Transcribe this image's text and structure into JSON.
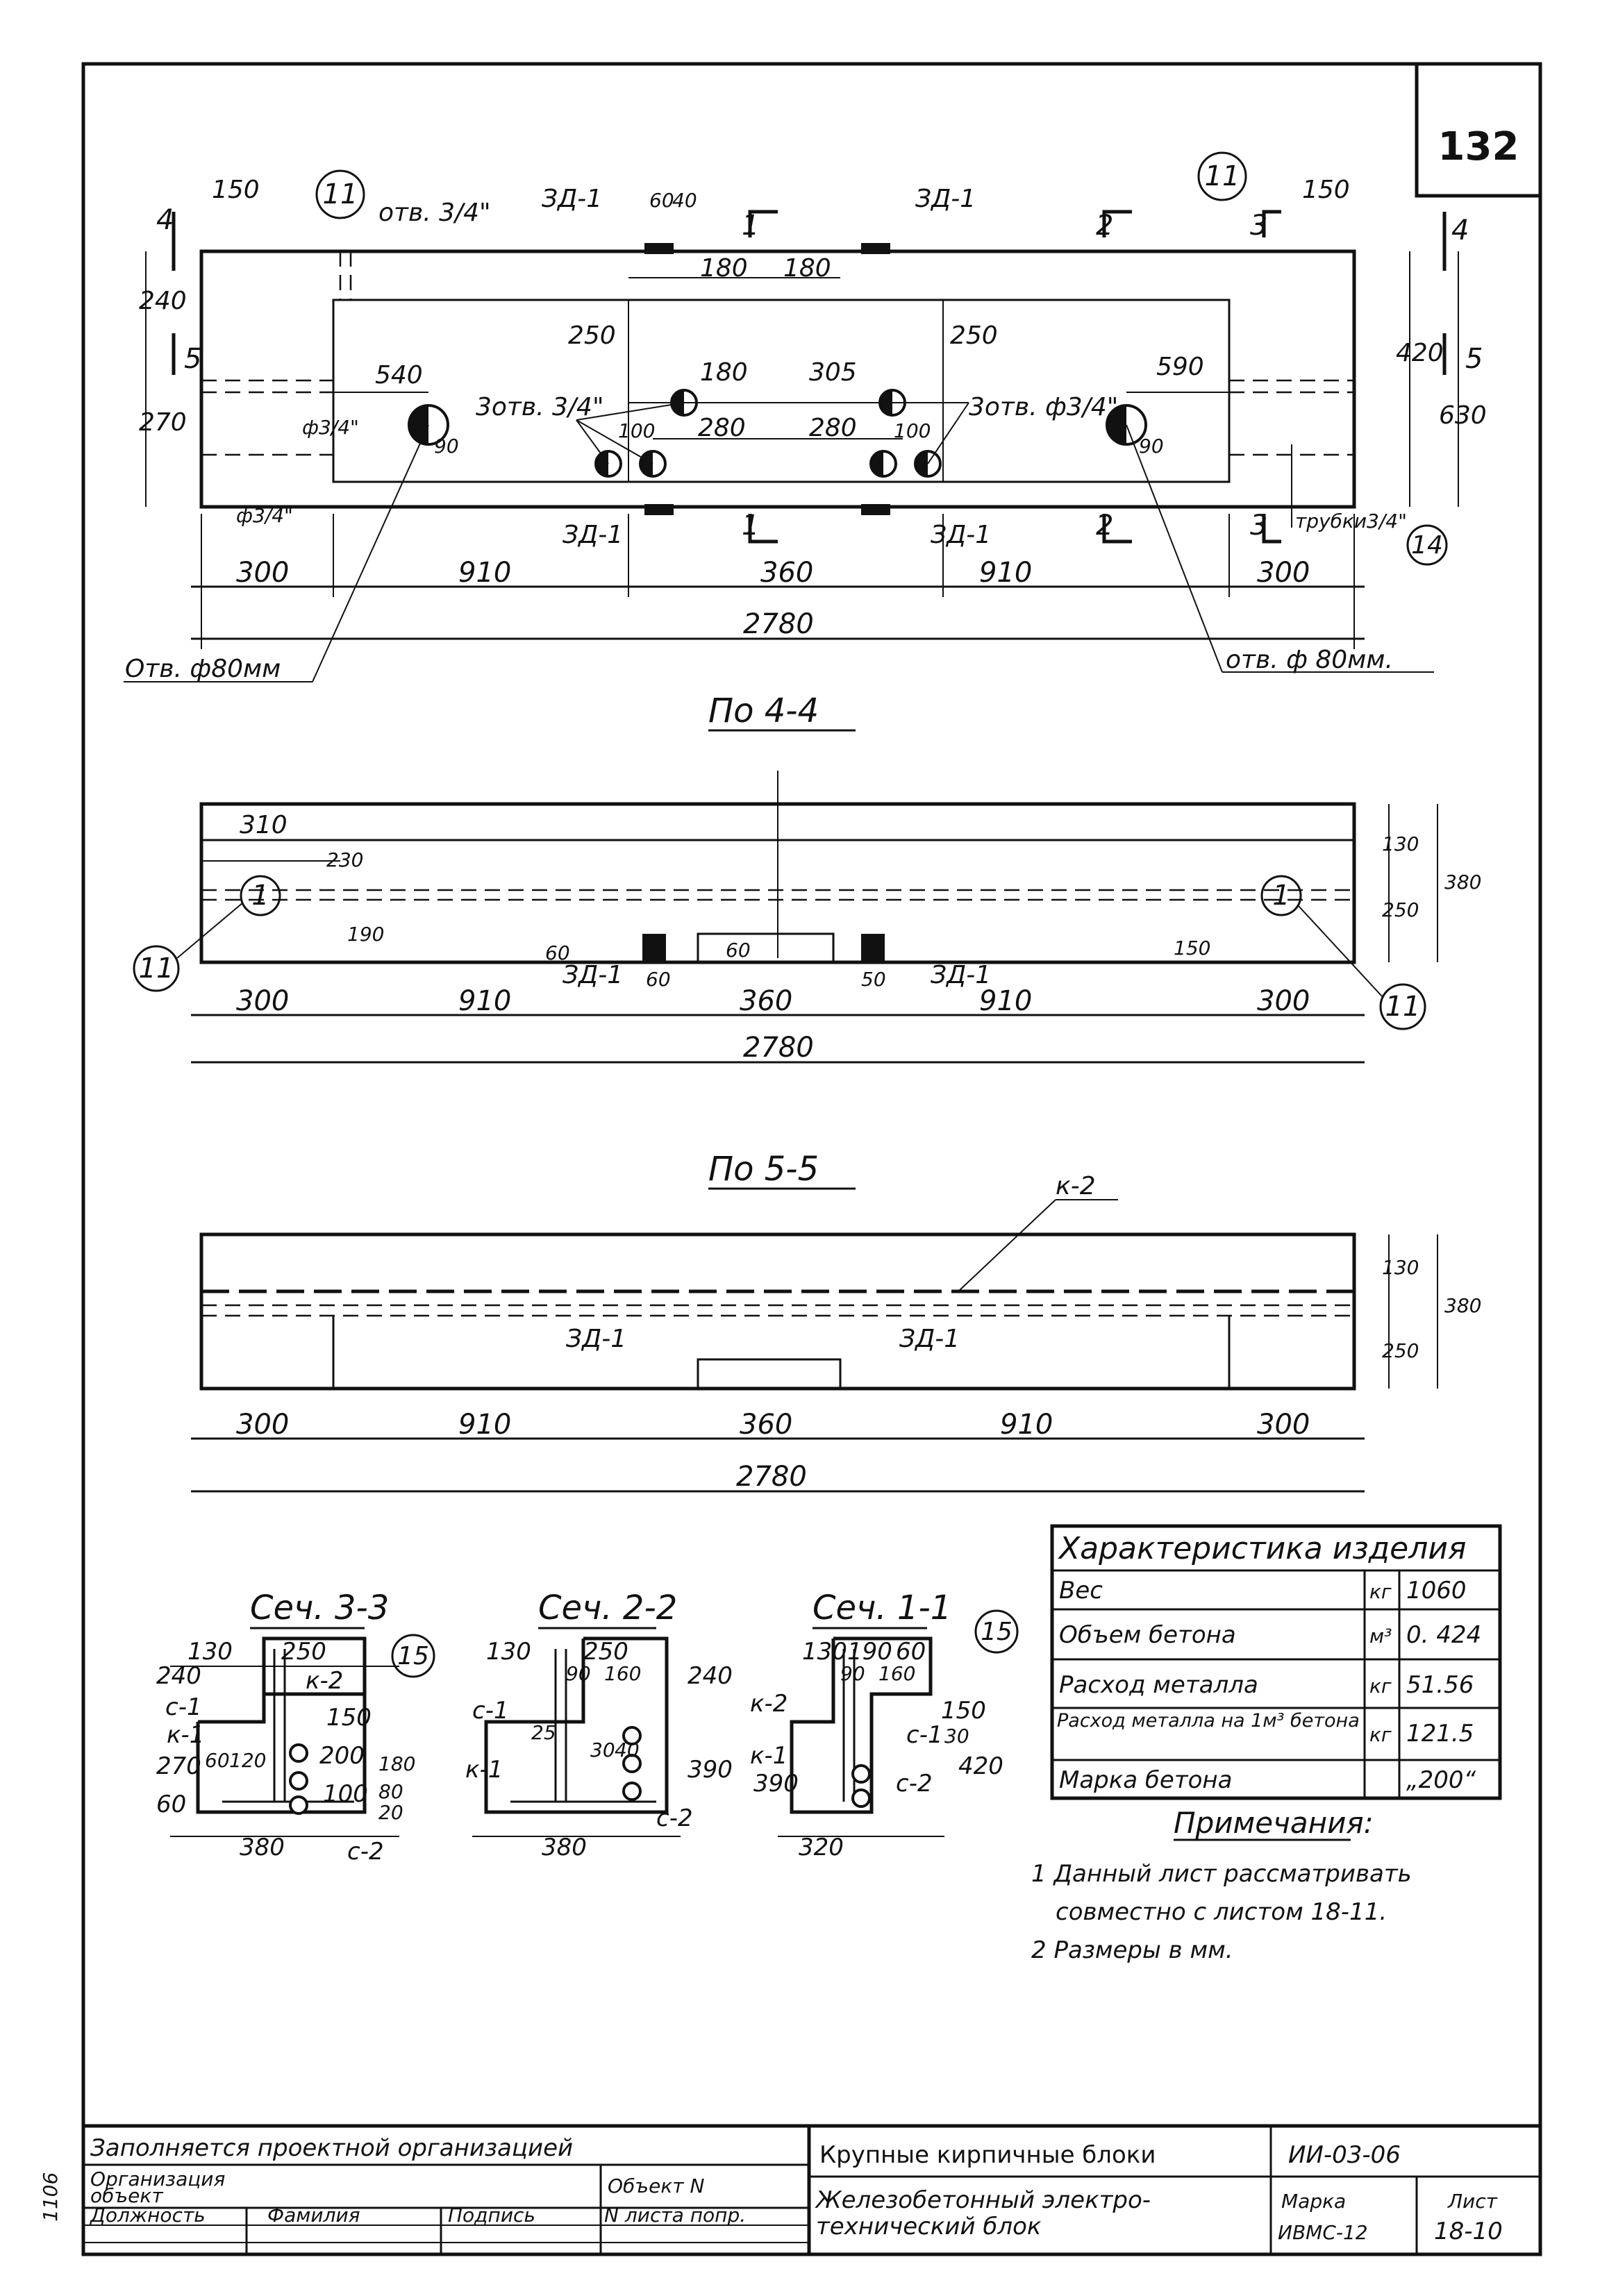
{
  "sheet_number": "132",
  "plan": {
    "cut_marks": [
      "1",
      "2",
      "3",
      "4",
      "5"
    ],
    "callouts": [
      "11",
      "14"
    ],
    "labels": {
      "hole_34": "отв. 3/4\"",
      "zd": "ЗД-1",
      "three_holes_left": "3отв. 3/4\"",
      "three_holes_right": "3отв. ф3/4\"",
      "phi34": "ф3/4\"",
      "phi34_b": "ф3/4\"",
      "tube": "трубки3/4\"",
      "hole80_left": "Отв. ф80мм",
      "hole80_right": "отв. ф 80мм."
    },
    "dims": {
      "d150": "150",
      "d60": "60",
      "d40": "40",
      "d180": "180",
      "d250": "250",
      "d540": "540",
      "d590": "590",
      "d305": "305",
      "d280": "280",
      "d100": "100",
      "d90": "90",
      "d240": "240",
      "d270": "270",
      "d420": "420",
      "d630": "630",
      "d300": "300",
      "d910": "910",
      "d360": "360",
      "d2780": "2780"
    }
  },
  "section44": {
    "title": "По 4-4",
    "dims": {
      "d310": "310",
      "d230": "230",
      "d190": "190",
      "d150": "150",
      "d60": "60",
      "d130": "130",
      "d250": "250",
      "d380": "380",
      "d50": "50"
    }
  },
  "section55": {
    "title": "По 5-5",
    "label_k2": "к-2",
    "dims": {
      "d130": "130",
      "d250": "250",
      "d380": "380"
    }
  },
  "cross_sections": [
    {
      "title": "Сеч. 3-3",
      "dims": [
        "130",
        "250",
        "240",
        "270",
        "60",
        "150",
        "200",
        "100",
        "380"
      ],
      "labels": [
        "с-1",
        "к-1",
        "к-2",
        "с-2",
        "120",
        "60",
        "180",
        "80",
        "20"
      ]
    },
    {
      "title": "Сеч. 2-2",
      "dims": [
        "130",
        "250",
        "90",
        "160",
        "240",
        "390",
        "380"
      ],
      "labels": [
        "с-1",
        "к-1",
        "с-2",
        "25",
        "30",
        "40"
      ]
    },
    {
      "title": "Сеч. 1-1",
      "dims": [
        "130",
        "190",
        "60",
        "90",
        "160",
        "150",
        "390",
        "420",
        "320"
      ],
      "labels": [
        "к-2",
        "с-1",
        "к-1",
        "с-2",
        "30"
      ]
    }
  ],
  "callout15": "15",
  "characteristics": {
    "title": "Характеристика изделия",
    "rows": [
      {
        "name": "Вес",
        "unit": "кг",
        "value": "1060"
      },
      {
        "name": "Объем бетона",
        "unit": "м³",
        "value": "0. 424"
      },
      {
        "name": "Расход металла",
        "unit": "кг",
        "value": "51.56"
      },
      {
        "name": "Расход металла на 1м³ бетона",
        "unit": "кг",
        "value": "121.5"
      },
      {
        "name": "Марка бетона",
        "unit": "",
        "value": "„200“"
      }
    ]
  },
  "notes": {
    "title": "Примечания:",
    "items": [
      "1 Данный лист рассматривать",
      "совместно с листом 18-11.",
      "2 Размеры в мм."
    ]
  },
  "title_block": {
    "filled_by": "Заполняется проектной организацией",
    "organization": "Организация",
    "object": "объект",
    "object_n": "Объект N",
    "position": "Должность",
    "surname": "Фамилия",
    "signature": "Подпись",
    "sheet_nos": "N листа попр.",
    "series": "Крупные кирпичные блоки",
    "doc_code": "ИИ-03-06",
    "item_name_1": "Железобетонный электро-",
    "item_name_2": "технический блок",
    "mark_label": "Марка",
    "mark_value": "ИВМС-12",
    "sheet_label": "Лист",
    "sheet_value": "18-10",
    "margin_mark": "1106"
  }
}
